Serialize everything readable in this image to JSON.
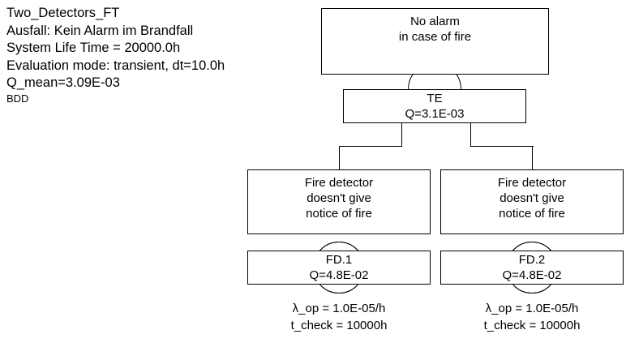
{
  "header": {
    "lines": [
      "Two_Detectors_FT",
      "Ausfall: Kein Alarm im Brandfall",
      "System Life Time = 20000.0h",
      "Evaluation mode: transient, dt=10.0h",
      "Q_mean=3.09E-03"
    ],
    "method": "BDD"
  },
  "tree": {
    "top_event": {
      "label": "No alarm\nin case of fire"
    },
    "top_gate": {
      "name": "TE",
      "quantity": "Q=3.1E-03",
      "symbol": "and-gate"
    },
    "children": [
      {
        "event_label": "Fire detector\ndoesn't give\nnotice of fire",
        "gate_name": "FD.1",
        "gate_quantity": "Q=4.8E-02",
        "symbol": "basic-event-circle",
        "params": "λ_op = 1.0E-05/h\nt_check = 10000h"
      },
      {
        "event_label": "Fire detector\ndoesn't give\nnotice of fire",
        "gate_name": "FD.2",
        "gate_quantity": "Q=4.8E-02",
        "symbol": "basic-event-circle",
        "params": "λ_op = 1.0E-05/h\nt_check = 10000h"
      }
    ]
  },
  "style": {
    "line_color": "#000000",
    "box_fill": "#ffffff",
    "background": "#ffffff"
  }
}
